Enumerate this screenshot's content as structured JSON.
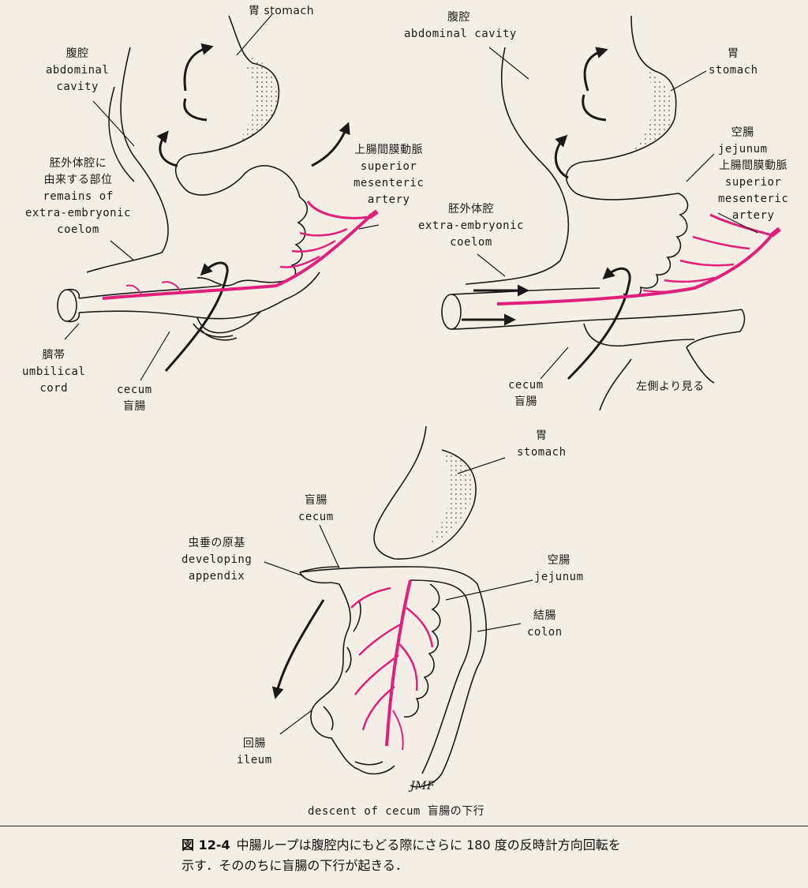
{
  "panel_top_left": {
    "stomach": "胃 stomach",
    "abdominal_cavity": [
      "腹腔",
      "abdominal",
      "cavity"
    ],
    "extra_embryonic": [
      "胚外体腔に",
      "由来する部位",
      "remains of",
      "extra-embryonic",
      "coelom"
    ],
    "sma": [
      "上腸間膜動脈",
      "superior",
      "mesenteric",
      "artery"
    ],
    "umbilical_cord": [
      "臍帯",
      "umbilical",
      "cord"
    ],
    "cecum": [
      "cecum",
      "盲腸"
    ]
  },
  "panel_top_right": {
    "abdominal_cavity": [
      "腹腔",
      "abdominal cavity"
    ],
    "stomach": [
      "胃",
      "stomach"
    ],
    "jejunum": [
      "空腸",
      "jejunum"
    ],
    "sma": [
      "上腸間膜動脈",
      "superior",
      "mesenteric",
      "artery"
    ],
    "extra_embryonic": [
      "胚外体腔",
      "extra-embryonic",
      "coelom"
    ],
    "cecum": [
      "cecum",
      "盲腸"
    ],
    "left_view": "左側より見る"
  },
  "panel_bottom": {
    "stomach": [
      "胃",
      "stomach"
    ],
    "cecum": [
      "盲腸",
      "cecum"
    ],
    "appendix": [
      "虫垂の原基",
      "developing",
      "appendix"
    ],
    "jejunum": [
      "空腸",
      "jejunum"
    ],
    "colon": [
      "結腸",
      "colon"
    ],
    "ileum": [
      "回腸",
      "ileum"
    ],
    "descent": "descent of cecum 盲腸の下行",
    "signature": "JMF"
  },
  "caption": {
    "number": "図 12-4",
    "line1": "中腸ループは腹腔内にもどる際にさらに 180 度の反時計方向回転を",
    "line2": "示す．そののちに盲腸の下行が起きる．"
  },
  "colors": {
    "artery": "#e0207a",
    "ink": "#1a1a1a",
    "paper": "#f4efe6"
  }
}
